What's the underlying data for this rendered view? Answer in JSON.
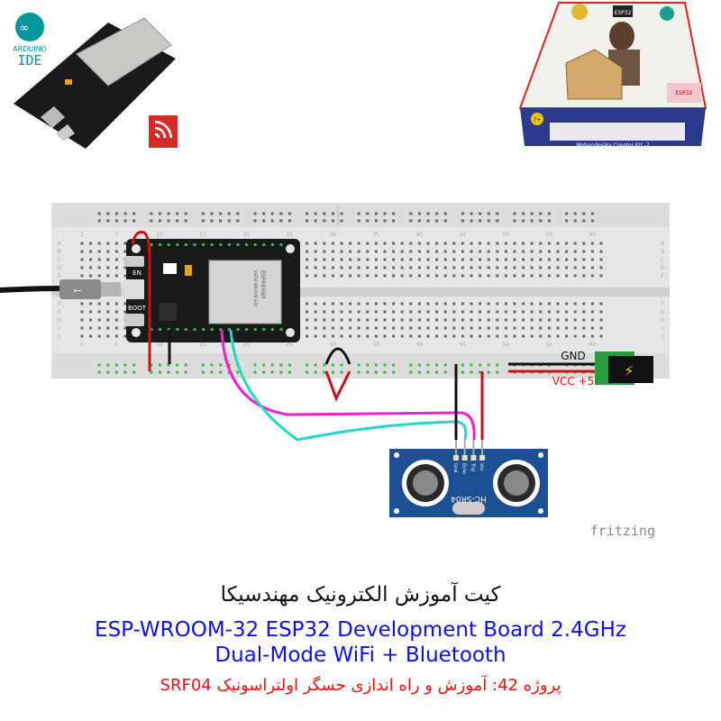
{
  "logos": {
    "arduino_line1": "ARDUINO",
    "arduino_line2": "IDE",
    "box_chip_label": "ESP32",
    "box_badge": "ESP32",
    "box_side_title": "Mohandesika Creator Kit -7",
    "box_age": "7+"
  },
  "breadboard": {
    "column_labels": [
      "1",
      "5",
      "10",
      "15",
      "20",
      "25",
      "30",
      "35",
      "40",
      "45",
      "50",
      "55",
      "60"
    ],
    "row_labels": [
      "A",
      "B",
      "C",
      "D",
      "E",
      "F",
      "G",
      "H",
      "I",
      "J"
    ]
  },
  "esp32": {
    "en_label": "EN",
    "boot_label": "BOOT",
    "module_brand": "ESPRESSIF",
    "module_model": "ESP32-WROOM-32D"
  },
  "sensor": {
    "model": "HC-SR04",
    "pins": [
      "Gnd",
      "Echo",
      "Trig",
      "Vcc"
    ]
  },
  "power": {
    "gnd_label": "GND",
    "vcc_label": "VCC +5"
  },
  "watermark": "fritzing",
  "colors": {
    "wire_red": "#cc1111",
    "wire_black": "#111111",
    "wire_magenta": "#ee22cc",
    "wire_cyan": "#22d8c8",
    "title_blue": "#1010e0",
    "project_red": "#ee1111",
    "sensor_blue": "#1d4f93"
  },
  "captions": {
    "persian_title": "کیت آموزش الکترونیک مهندسیکا",
    "english_line1": "ESP-WROOM-32 ESP32  Development Board 2.4GHz",
    "english_line2": "Dual-Mode WiFi + Bluetooth",
    "project": "پروژه 42: آموزش و راه اندازی حسگر اولتراسونیک SRF04"
  }
}
